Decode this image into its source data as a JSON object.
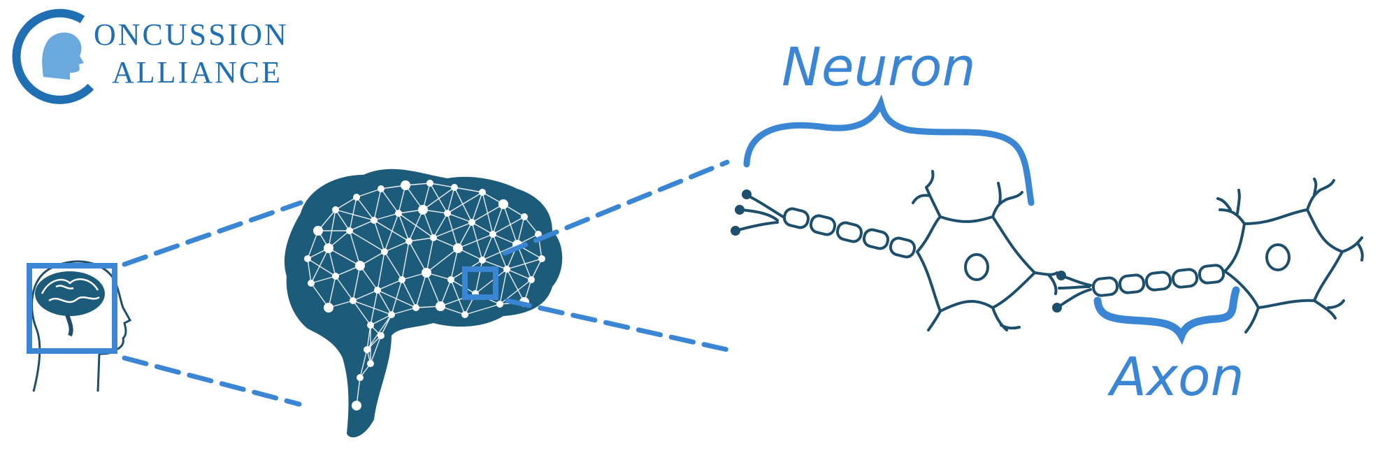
{
  "logo": {
    "line1": "ONCUSSION",
    "line2": "ALLIANCE",
    "initial": "C",
    "color": "#1f6fb2",
    "accent": "#6aa8dd"
  },
  "labels": {
    "neuron": "Neuron",
    "axon": "Axon"
  },
  "colors": {
    "brain": "#1d5b7a",
    "zoom_lines": "#3a86d4",
    "neuron_stroke": "#1d4f6d",
    "label": "#3a86d4"
  }
}
